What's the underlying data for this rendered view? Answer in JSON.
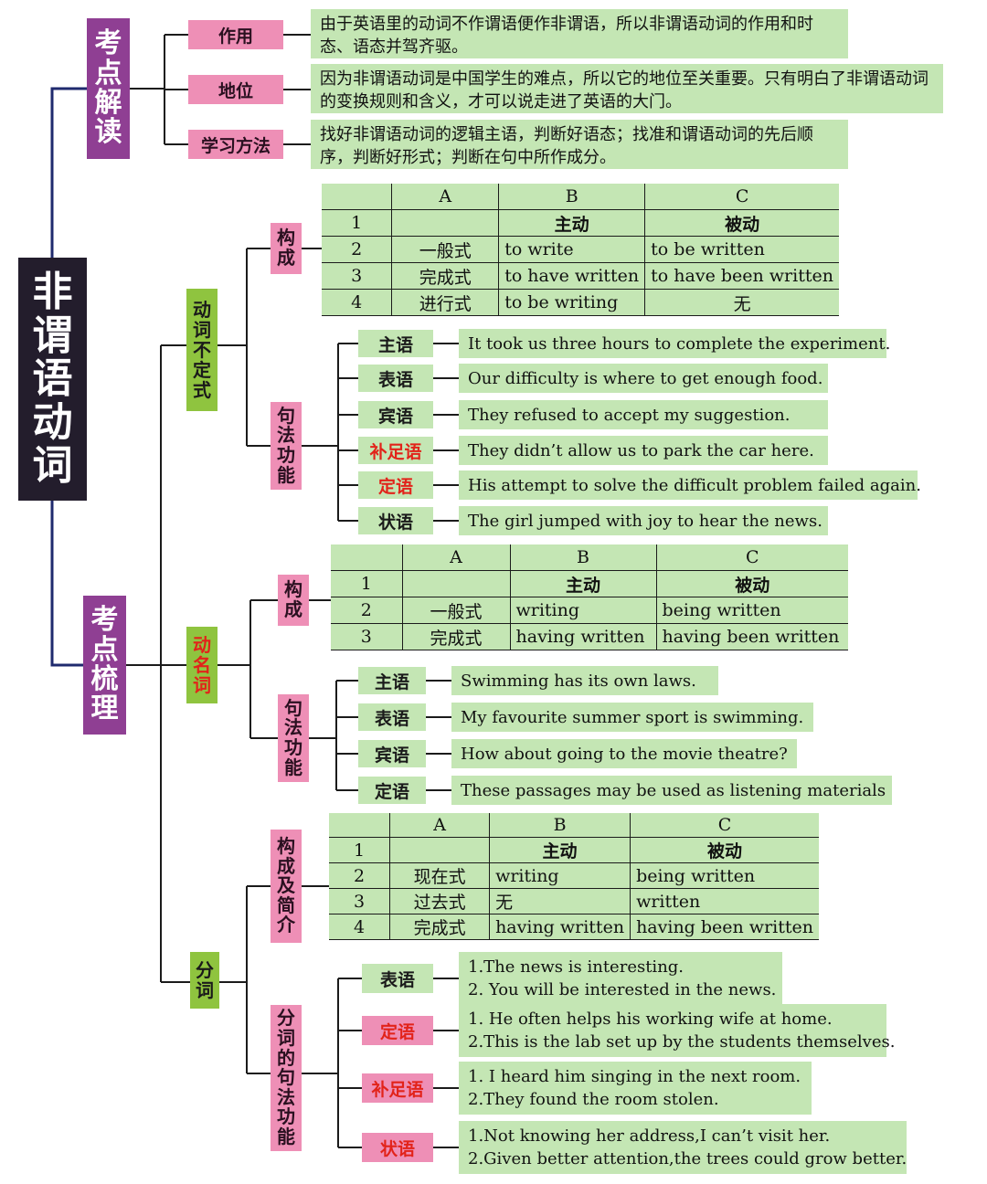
{
  "main_title": "非谓语动词",
  "top_section": {
    "title": "考点解读",
    "items": [
      {
        "label": "作用",
        "text": "由于英语里的动词不作谓语便作非谓语，所以非谓语动词的作用和时态、语态并驾齐驱。"
      },
      {
        "label": "地位",
        "text": "因为非谓语动词是中国学生的难点，所以它的地位至关重要。只有明白了非谓语动词的变换规则和含义，才可以说走进了英语的大门。"
      },
      {
        "label": "学习方法",
        "text": "找好非谓语动词的逻辑主语，判断好语态；找准和谓语动词的先后顺序，判断好形式；判断在句中所作成分。"
      }
    ]
  },
  "bottom_section": {
    "title": "考点梳理",
    "infinitive": {
      "title": "动词不定式",
      "form_label": "构成",
      "table": {
        "headers": [
          "",
          "A",
          "B",
          "C"
        ],
        "rows": [
          [
            "1",
            "",
            "主动",
            "被动"
          ],
          [
            "2",
            "一般式",
            "to write",
            "to be written"
          ],
          [
            "3",
            "完成式",
            "to have written",
            "to have been written"
          ],
          [
            "4",
            "进行式",
            "to be writing",
            "无"
          ]
        ]
      },
      "function_label": "句法功能",
      "functions": [
        {
          "label": "主语",
          "sentence": "It took us three hours to complete the experiment."
        },
        {
          "label": "表语",
          "sentence": "Our difficulty is where to get enough food."
        },
        {
          "label": "宾语",
          "sentence": "They refused to accept my suggestion."
        },
        {
          "label": "补足语",
          "sentence": "They didn’t allow us to park the car here."
        },
        {
          "label": "定语",
          "sentence": "His attempt to solve the difficult problem failed again."
        },
        {
          "label": "状语",
          "sentence": "The girl jumped with joy to hear the news."
        }
      ]
    },
    "gerund": {
      "title": "动名词",
      "form_label": "构成",
      "table": {
        "headers": [
          "",
          "A",
          "B",
          "C"
        ],
        "rows": [
          [
            "1",
            "",
            "主动",
            "被动"
          ],
          [
            "2",
            "一般式",
            "writing",
            "being written"
          ],
          [
            "3",
            "完成式",
            "having written",
            "having been written"
          ]
        ]
      },
      "function_label": "句法功能",
      "functions": [
        {
          "label": "主语",
          "sentence": "Swimming has its own laws."
        },
        {
          "label": "表语",
          "sentence": "My favourite summer sport is swimming."
        },
        {
          "label": "宾语",
          "sentence": "How about going to the movie theatre?"
        },
        {
          "label": "定语",
          "sentence": "These passages may be used as listening materials"
        }
      ]
    },
    "participle": {
      "title": "分词",
      "form_label": "构成及简介",
      "table": {
        "headers": [
          "",
          "A",
          "B",
          "C"
        ],
        "rows": [
          [
            "1",
            "",
            "主动",
            "被动"
          ],
          [
            "2",
            "现在式",
            "writing",
            "being written"
          ],
          [
            "3",
            "过去式",
            "无",
            "written"
          ],
          [
            "4",
            "完成式",
            "having written",
            "having been written"
          ]
        ]
      },
      "function_label": "分词的句法功能",
      "functions": [
        {
          "label": "表语",
          "lines": [
            "1.The news is interesting.",
            "2. You will be interested in the news."
          ]
        },
        {
          "label": "定语",
          "lines": [
            "1. He often helps his working wife at home.",
            "2.This is the lab set up by the students themselves."
          ]
        },
        {
          "label": "补足语",
          "lines": [
            "1. I heard him singing in the next room.",
            "2.They found the room stolen."
          ]
        },
        {
          "label": "状语",
          "lines": [
            "1.Not knowing her address,I can’t visit her.",
            "2.Given better attention,the trees could grow better."
          ]
        }
      ]
    }
  },
  "colors": {
    "title_bg": "#231d2c",
    "section_bg": "#8f3f93",
    "pink": "#ee8fb6",
    "green": "#8fc43f",
    "mint": "#c4e6b4",
    "highlight_red": "#e2231a"
  }
}
